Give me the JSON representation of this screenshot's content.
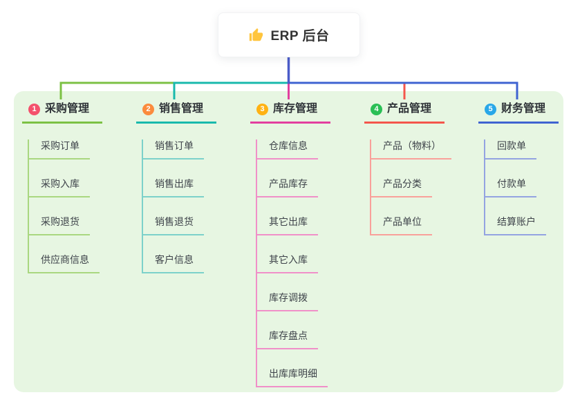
{
  "root": {
    "title": "ERP 后台",
    "icon": "thumbs-up-icon"
  },
  "branches": [
    {
      "num": "1",
      "title": "采购管理",
      "color": {
        "line": "#7CC144",
        "tint": "#A9D77F",
        "badge": "#F4516C"
      },
      "children": [
        "采购订单",
        "采购入库",
        "采购退货",
        "供应商信息"
      ]
    },
    {
      "num": "2",
      "title": "销售管理",
      "color": {
        "line": "#18B9AC",
        "tint": "#7CD1CA",
        "badge": "#FB8B3D"
      },
      "children": [
        "销售订单",
        "销售出库",
        "销售退货",
        "客户信息"
      ]
    },
    {
      "num": "3",
      "title": "库存管理",
      "color": {
        "line": "#E23F9F",
        "tint": "#F08FC8",
        "badge": "#FFB213"
      },
      "children": [
        "仓库信息",
        "产品库存",
        "其它出库",
        "其它入库",
        "库存调拨",
        "库存盘点",
        "出库库明细"
      ]
    },
    {
      "num": "4",
      "title": "产品管理",
      "color": {
        "line": "#F4564C",
        "tint": "#F9A09A",
        "badge": "#2ABF55"
      },
      "children": [
        "产品（物料）",
        "产品分类",
        "产品单位"
      ]
    },
    {
      "num": "5",
      "title": "财务管理",
      "color": {
        "line": "#3F63D1",
        "tint": "#93A3E1",
        "badge": "#29A7E8"
      },
      "children": [
        "回款单",
        "付款单",
        "结算账户"
      ]
    }
  ],
  "colors": {
    "panel_background": "#E7F6E2",
    "root_line": "#4A5BC9",
    "icon_gold": "#FFC53D"
  }
}
